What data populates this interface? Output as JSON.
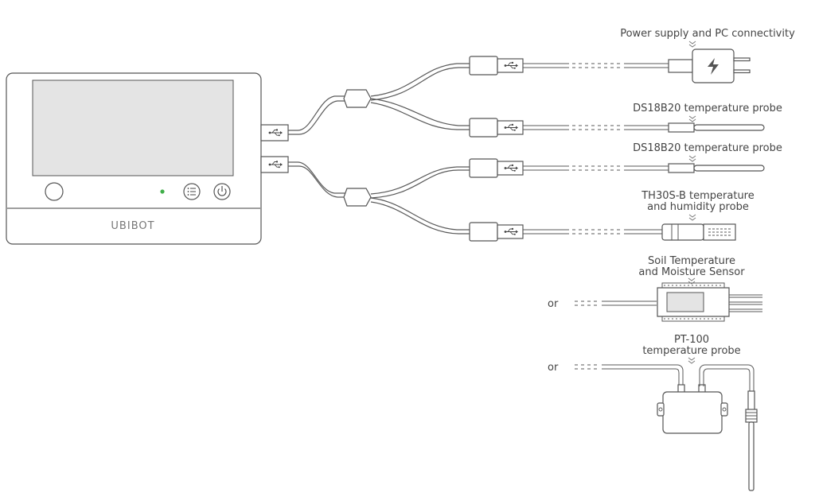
{
  "device": {
    "brand": "UBIBOT",
    "led_color": "#3fae49"
  },
  "labels": {
    "power": "Power supply and PC connectivity",
    "probe1": "DS18B20 temperature probe",
    "probe2": "DS18B20 temperature probe",
    "th30s_line1": "TH30S-B temperature",
    "th30s_line2": "and humidity probe",
    "soil_line1": "Soil Temperature",
    "soil_line2": "and Moisture Sensor",
    "pt100_line1": "PT-100",
    "pt100_line2": "temperature probe",
    "or1": "or",
    "or2": "or"
  },
  "icons": {
    "usb": "usb-icon",
    "lightning": "lightning-icon",
    "menu": "menu-icon",
    "power": "power-icon",
    "chevron": "double-chevron-down-icon"
  }
}
